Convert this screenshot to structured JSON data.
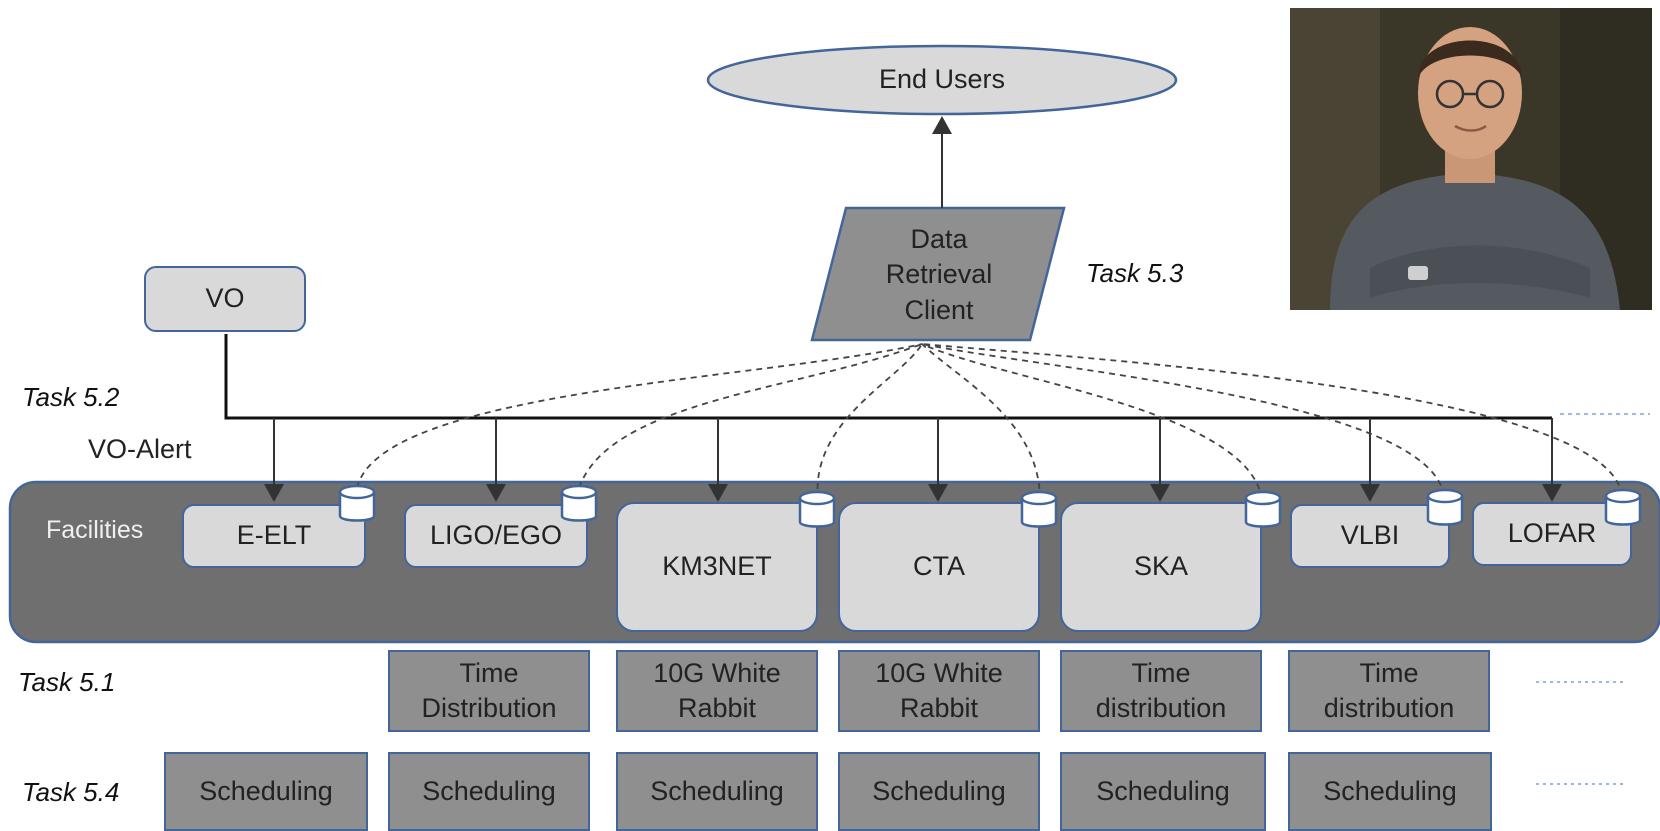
{
  "end_users": "End Users",
  "data_retrieval": [
    "Data",
    "Retrieval",
    "Client"
  ],
  "vo": "VO",
  "facilities_label": "Facilities",
  "tasks": {
    "t52": "Task 5.2",
    "vo_alert": "VO-Alert",
    "t53": "Task 5.3",
    "t51": "Task 5.1",
    "t54": "Task 5.4"
  },
  "facilities": [
    "E-ELT",
    "LIGO/EGO",
    "KM3NET",
    "CTA",
    "SKA",
    "VLBI",
    "LOFAR"
  ],
  "time_boxes": [
    [
      "Time",
      "Distribution"
    ],
    [
      "10G White",
      "Rabbit"
    ],
    [
      "10G White",
      "Rabbit"
    ],
    [
      "Time",
      "distribution"
    ],
    [
      "Time",
      "distribution"
    ]
  ],
  "scheduling": [
    "Scheduling",
    "Scheduling",
    "Scheduling",
    "Scheduling",
    "Scheduling",
    "Scheduling"
  ],
  "colors": {
    "facilities_band": "#6f6f6f",
    "box_light": "#d9d9d9",
    "box_dark": "#8f8f8f",
    "border_blue": "#42659a"
  },
  "photo": "portrait-photo"
}
